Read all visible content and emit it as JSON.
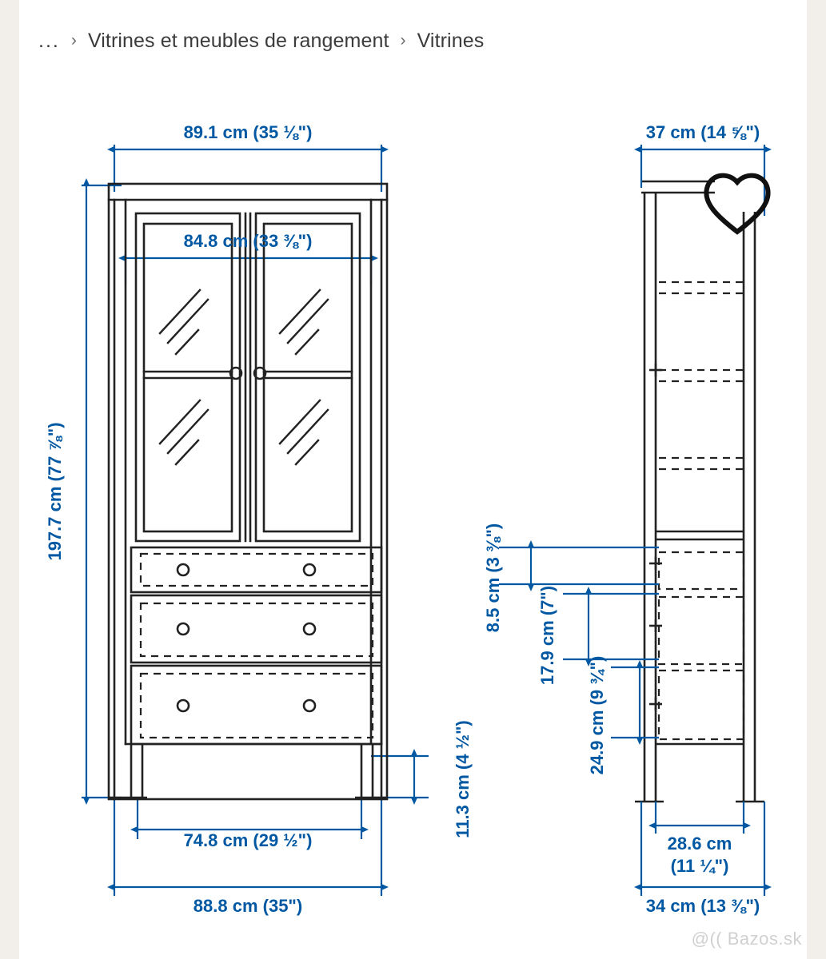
{
  "breadcrumb": {
    "ellipsis": "...",
    "sep": "›",
    "items": [
      {
        "label": "Vitrines et meubles de rangement"
      },
      {
        "label": "Vitrines"
      }
    ]
  },
  "watermark": "@(( Bazos.sk",
  "colors": {
    "dimension_blue": "#0058a3",
    "outline_dark": "#222222",
    "page_background": "#ffffff",
    "strip_background": "#f2efea",
    "watermark_gray": "#d0d0d0"
  },
  "diagram": {
    "title": "Dimension drawing of glass-door cabinet with 3 drawers",
    "views": [
      {
        "name": "front-view"
      },
      {
        "name": "side-view"
      }
    ],
    "icons": [
      {
        "name": "heart-icon",
        "label": "favourite"
      }
    ],
    "dimensions": {
      "front_top_outer": "89.1 cm (35 ⅛\")",
      "front_top_inner": "84.8 cm (33 ⅜\")",
      "front_height": "197.7 cm (77 ⅞\")",
      "front_leg_height": "11.3 cm (4 ½\")",
      "front_bottom_inner": "74.8 cm (29 ½\")",
      "front_bottom_outer": "88.8 cm (35\")",
      "side_top": "37 cm (14 ⅝\")",
      "side_drawer_1": "8.5 cm (3 ⅜\")",
      "side_drawer_2": "17.9 cm (7\")",
      "side_drawer_3": "24.9 cm (9 ¾\")",
      "side_bottom_inner": "28.6 cm (11 ¼\")",
      "side_bottom_outer": "34 cm (13 ⅜\")"
    }
  }
}
